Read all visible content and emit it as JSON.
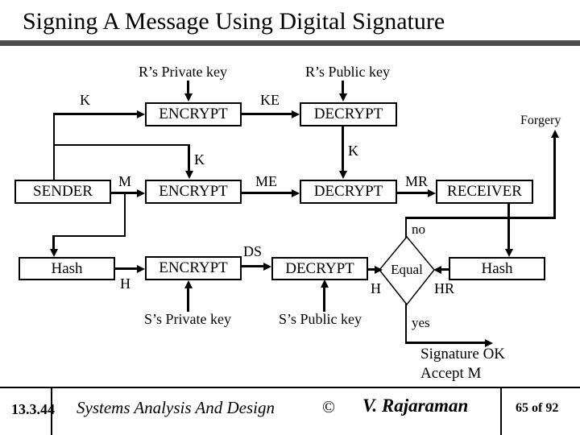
{
  "slide": {
    "title": "Signing A Message Using Digital Signature",
    "footer": {
      "slide_code": "13.3.44",
      "book_title": "Systems Analysis And Design",
      "copyright": "©",
      "author": "V. Rajaraman",
      "page": "65 of 92"
    },
    "colors": {
      "title_bar": "#4d4d4d",
      "ink": "#000000",
      "background": "#ffffff"
    }
  },
  "diagram": {
    "boxes": {
      "encrypt1": "ENCRYPT",
      "decrypt1": "DECRYPT",
      "sender": "SENDER",
      "encrypt2": "ENCRYPT",
      "decrypt2": "DECRYPT",
      "receiver": "RECEIVER",
      "hash1": "Hash",
      "encrypt3": "ENCRYPT",
      "decrypt3": "DECRYPT",
      "hash2": "Hash",
      "equal": "Equal"
    },
    "labels": {
      "rs_private_key": "R’s Private key",
      "rs_public_key": "R’s Public key",
      "k1": "K",
      "ke": "KE",
      "k2": "K",
      "k3": "K",
      "m": "M",
      "me": "ME",
      "mr": "MR",
      "forgery": "Forgery",
      "no": "no",
      "h1": "H",
      "ds": "DS",
      "h2": "H",
      "hr": "HR",
      "ss_private_key": "S’s Private key",
      "ss_public_key": "S’s Public key",
      "yes": "yes",
      "signature_ok": "Signature OK",
      "accept_m": "Accept M"
    }
  }
}
